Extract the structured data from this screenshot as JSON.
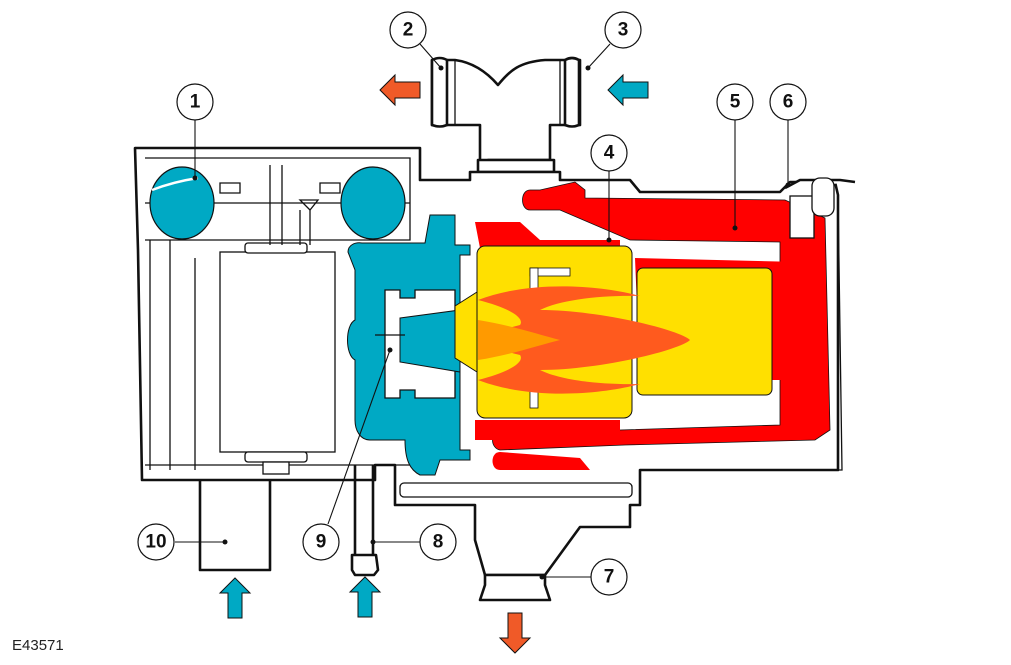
{
  "figure": {
    "reference_code": "E43571",
    "colors": {
      "coolant": "#00A9C4",
      "hot_water_jacket": "#FF0000",
      "combustion_chamber": "#FFE000",
      "flame_outer": "#FF5A1E",
      "flame_inner": "#FF9A00",
      "exhaust_arrow": "#F05A28",
      "intake_arrow": "#00A9C4",
      "outline": "#111111"
    },
    "flow_arrows": [
      {
        "id": "coolant-outlet-arrow",
        "direction": "left",
        "medium": "hot coolant out"
      },
      {
        "id": "coolant-inlet-arrow",
        "direction": "left",
        "medium": "coolant in"
      },
      {
        "id": "combustion-air-arrow",
        "direction": "up",
        "medium": "combustion air in"
      },
      {
        "id": "fuel-inlet-arrow",
        "direction": "up",
        "medium": "fuel in"
      },
      {
        "id": "exhaust-arrow",
        "direction": "down",
        "medium": "exhaust out"
      }
    ],
    "callouts": [
      {
        "number": "1"
      },
      {
        "number": "2"
      },
      {
        "number": "3"
      },
      {
        "number": "4"
      },
      {
        "number": "5"
      },
      {
        "number": "6"
      },
      {
        "number": "7"
      },
      {
        "number": "8"
      },
      {
        "number": "9"
      },
      {
        "number": "10"
      }
    ]
  }
}
